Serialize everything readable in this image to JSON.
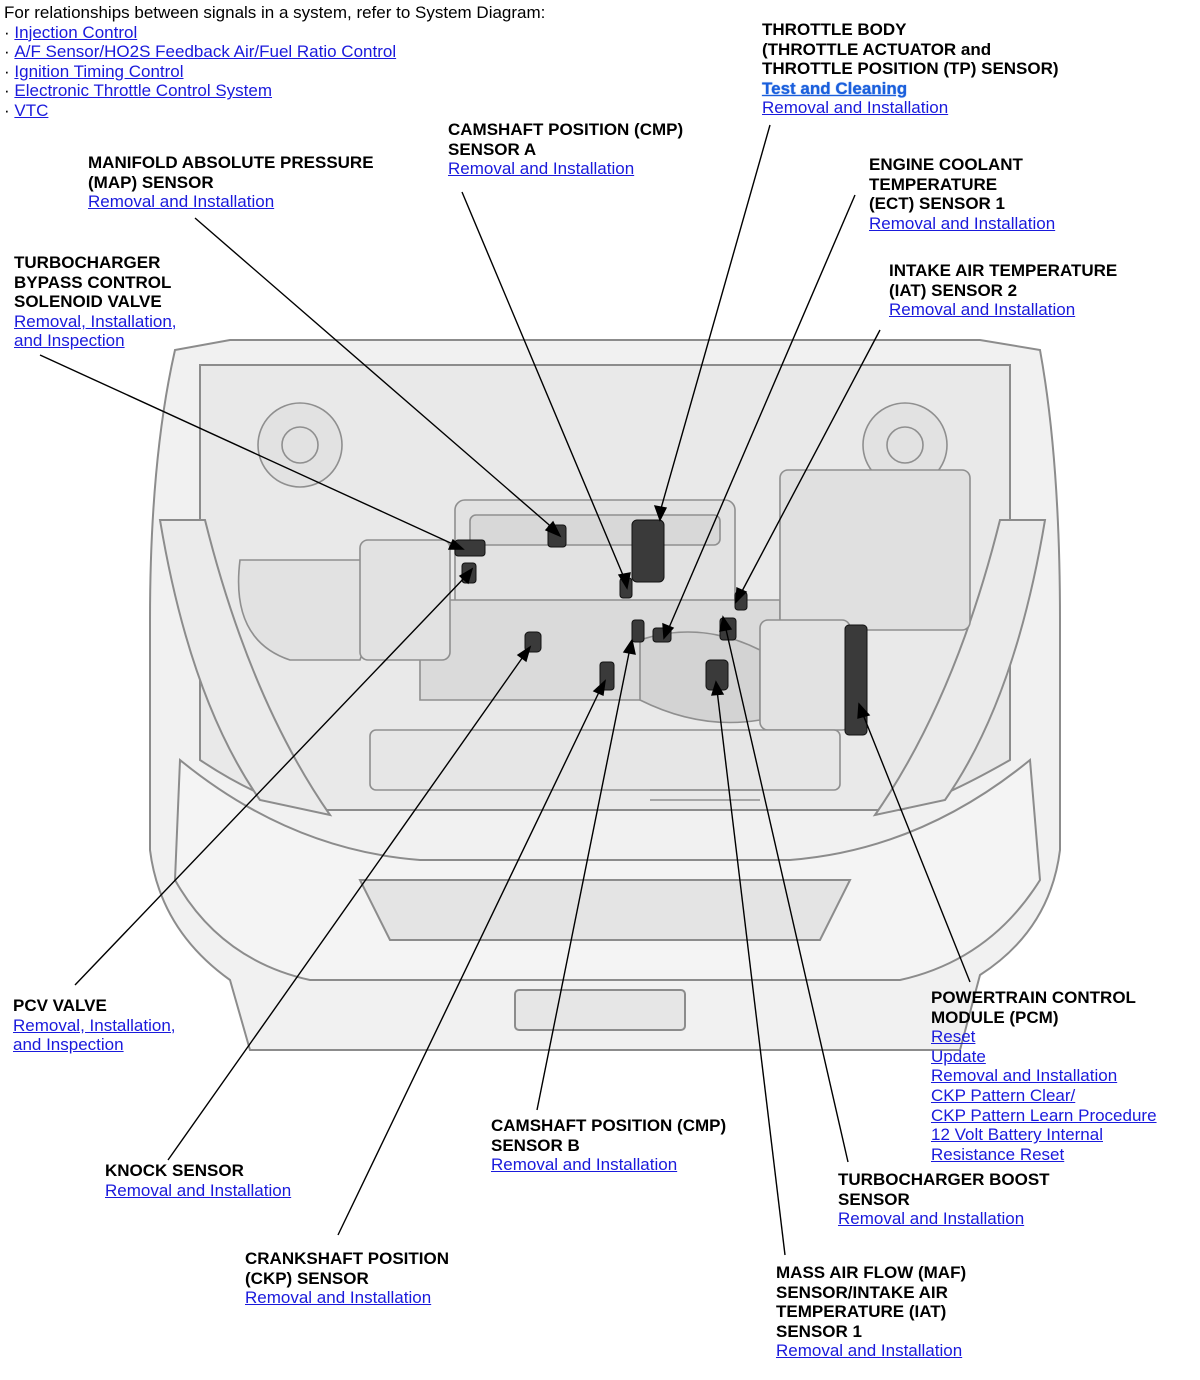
{
  "intro": {
    "text": "For relationships between signals in a system, refer to System Diagram:",
    "links": [
      "Injection Control",
      "A/F Sensor/HO2S Feedback Air/Fuel Ratio Control",
      "Ignition Timing Control",
      "Electronic Throttle Control System",
      "VTC"
    ]
  },
  "labels": {
    "throttle": {
      "title": "THROTTLE BODY\n(THROTTLE ACTUATOR and\nTHROTTLE POSITION (TP) SENSOR)",
      "link1": "Test and Cleaning",
      "link2": "Removal and Installation"
    },
    "cmp_a": {
      "title": "CAMSHAFT POSITION (CMP)\nSENSOR A",
      "link": "Removal and Installation"
    },
    "map": {
      "title": "MANIFOLD ABSOLUTE PRESSURE\n(MAP) SENSOR",
      "link": "Removal and Installation"
    },
    "ect": {
      "title": "ENGINE COOLANT\nTEMPERATURE\n(ECT) SENSOR 1",
      "link": "Removal and Installation"
    },
    "turbo_bypass": {
      "title": "TURBOCHARGER\nBYPASS CONTROL\nSOLENOID VALVE",
      "link": "Removal, Installation,\nand Inspection"
    },
    "iat2": {
      "title": "INTAKE AIR TEMPERATURE\n(IAT) SENSOR 2",
      "link": "Removal and Installation"
    },
    "pcv": {
      "title": "PCV VALVE",
      "link": "Removal, Installation,\nand Inspection"
    },
    "pcm": {
      "title": "POWERTRAIN CONTROL\nMODULE (PCM)",
      "links": [
        "Reset",
        "Update",
        "Removal and Installation",
        "CKP Pattern Clear/",
        "CKP Pattern Learn Procedure",
        "12 Volt Battery Internal",
        "Resistance Reset"
      ]
    },
    "cmp_b": {
      "title": "CAMSHAFT POSITION (CMP)\nSENSOR B",
      "link": "Removal and Installation"
    },
    "knock": {
      "title": "KNOCK SENSOR",
      "link": "Removal and Installation"
    },
    "boost": {
      "title": "TURBOCHARGER BOOST\nSENSOR",
      "link": "Removal and Installation"
    },
    "ckp": {
      "title": "CRANKSHAFT POSITION\n(CKP) SENSOR",
      "link": "Removal and Installation"
    },
    "maf": {
      "title": "MASS AIR FLOW (MAF)\nSENSOR/INTAKE AIR\nTEMPERATURE (IAT)\nSENSOR 1",
      "link": "Removal and Installation"
    }
  },
  "colors": {
    "link": "#1a1adc",
    "text": "#000000",
    "line_art": "#9a9a9a",
    "body_fill": "#efefef"
  }
}
